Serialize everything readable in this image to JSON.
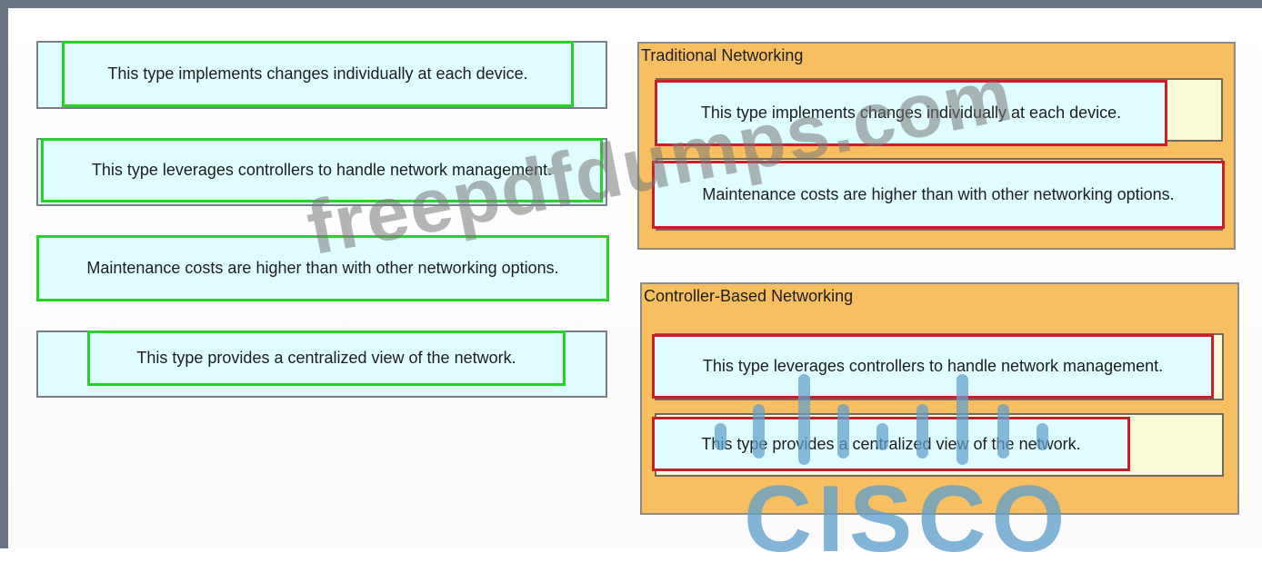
{
  "options": [
    {
      "label": "This type implements changes individually at each device."
    },
    {
      "label": "This type leverages controllers to handle network management."
    },
    {
      "label": "Maintenance costs are higher than with other networking options."
    },
    {
      "label": "This type provides a centralized view of the network."
    }
  ],
  "targets": {
    "traditional": {
      "title": "Traditional Networking",
      "answers": [
        "This type implements changes individually at each device.",
        "Maintenance costs are higher than with other networking options."
      ]
    },
    "controller": {
      "title": "Controller-Based Networking",
      "answers": [
        "This type leverages controllers to handle network management.",
        "This type provides a centralized view of the network."
      ]
    }
  },
  "watermark": {
    "text": "freepdfdumps.com",
    "logo_word": "CISCO"
  },
  "colors": {
    "item_fill": "#dffdfe",
    "target_fill": "#f8bf61",
    "slot_fill": "#fbfad8",
    "answer_highlight_left": "#29d22b",
    "answer_highlight_right": "#c81e2a",
    "frame": "#6a7483"
  }
}
